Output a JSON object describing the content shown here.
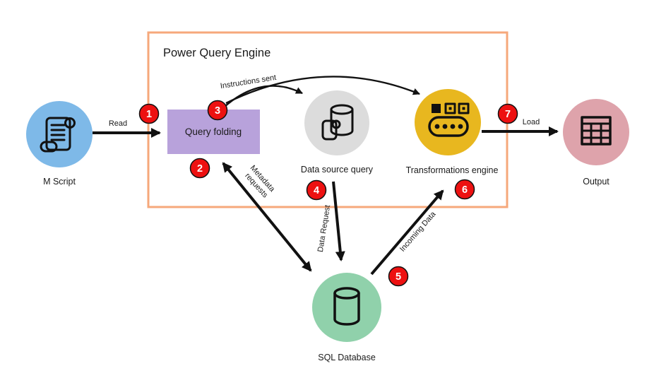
{
  "diagram": {
    "engine_box": {
      "title": "Power Query Engine",
      "border_color": "#F6A87B"
    },
    "colors": {
      "badge_fill": "#ED1111",
      "badge_text": "#FFFFFF",
      "arrow": "#111111",
      "background": "#FFFFFF"
    },
    "nodes": {
      "m_script": {
        "label": "M Script",
        "color": "#7EB9E8",
        "icon": "scroll-icon"
      },
      "query_folding": {
        "label": "Query folding",
        "color": "#B8A2DB"
      },
      "data_source_query": {
        "label": "Data source query",
        "color": "#DCDCDC",
        "icon": "database-scroll-icon"
      },
      "transformations_engine": {
        "label": "Transformations engine",
        "color": "#E8B71F",
        "icon": "conveyor-belt-icon"
      },
      "output": {
        "label": "Output",
        "color": "#DEA3AB",
        "icon": "table-icon"
      },
      "sql_database": {
        "label": "SQL Database",
        "color": "#90D1AB",
        "icon": "database-cylinder-icon"
      }
    },
    "edges": {
      "read": {
        "label": "Read"
      },
      "instructions_sent": {
        "label": "Instructions sent"
      },
      "metadata_requests": {
        "label_line1": "Metadata",
        "label_line2": "requests"
      },
      "data_request": {
        "label": "Data Request"
      },
      "incoming_data": {
        "label": "Incoming Data"
      },
      "load": {
        "label": "Load"
      }
    },
    "badges": [
      "1",
      "2",
      "3",
      "4",
      "5",
      "6",
      "7"
    ]
  }
}
